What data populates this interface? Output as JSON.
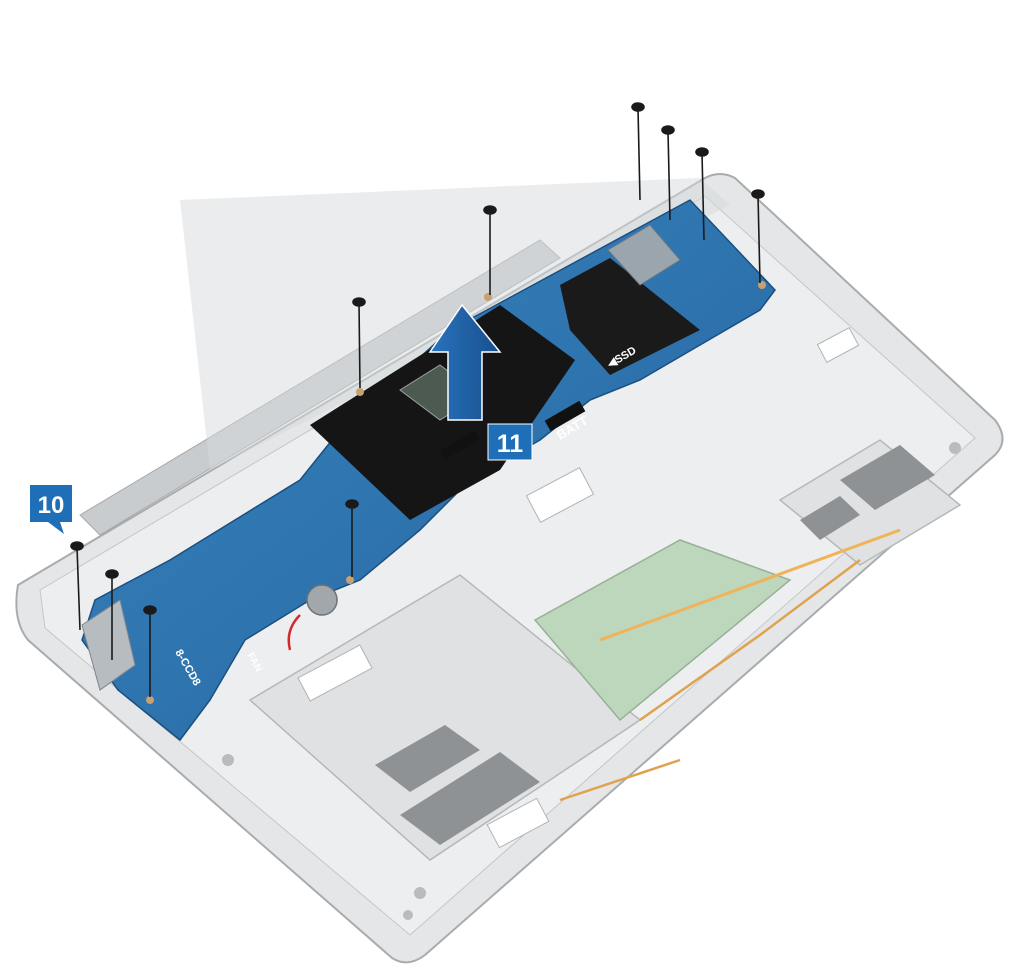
{
  "diagram": {
    "step_callouts": [
      {
        "number": "10",
        "color": "#1f6fb8"
      },
      {
        "number": "11",
        "color": "#1f6fb8"
      }
    ],
    "board_labels": {
      "battery_connector": "BATT",
      "ssd_slot": "◀SSD",
      "fan_connector": "FAN",
      "board_edge_code": "8-CCD8"
    },
    "colors": {
      "palmrest": "#dcdedf",
      "palmrest_edge": "#a8abad",
      "system_board": "#2f78b6",
      "thermal_pad": "#141414",
      "touchpad": "#bcd7bb",
      "arrow": "#1d5fa8",
      "callout": "#1f6fb8"
    }
  }
}
